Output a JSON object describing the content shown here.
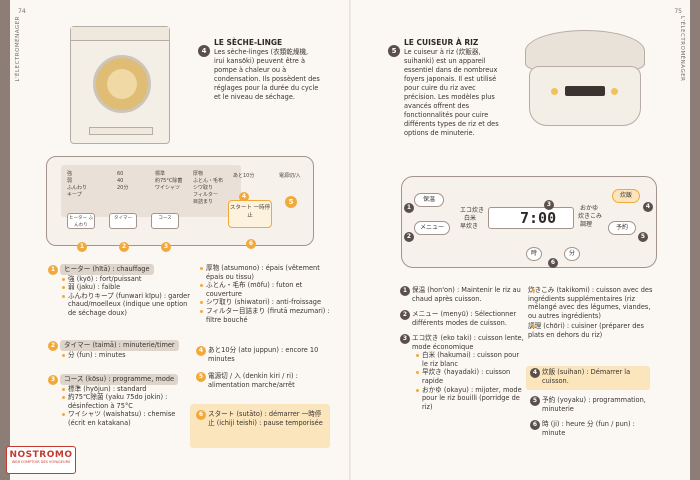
{
  "page": {
    "left_num": "74",
    "right_num": "75",
    "running_left": "L'ÉLECTROMÉNAGER",
    "running_right": "L'ÉLECTROMÉNAGER"
  },
  "sections": {
    "dryer": {
      "num": "4",
      "title": "LE SÈCHE-LINGE",
      "text": "Les sèche-linges (衣類乾燥機, irui kansōki) peuvent être à pompe à chaleur ou à condensation. Ils possèdent des réglages pour la durée du cycle et le niveau de séchage."
    },
    "rice": {
      "num": "5",
      "title": "LE CUISEUR À RIZ",
      "text": "Le cuiseur à riz (炊飯器, suihanki) est un appareil essentiel dans de nombreux foyers japonais. Il est utilisé pour cuire du riz avec précision. Les modèles plus avancés offrent des fonctionnalités pour cuire différents types de riz et des options de minuterie."
    }
  },
  "dryer_panel": {
    "col1": [
      "強",
      "弱",
      "ふんわり",
      "キープ"
    ],
    "col2": [
      "60",
      "40",
      "20分"
    ],
    "col3": [
      "標準",
      "約75°C除菌",
      "ワイシャツ"
    ],
    "col4": [
      "厚物",
      "ふとん・毛布",
      "シワ取り",
      "フィルター",
      "目詰まり"
    ],
    "btn1": "ヒーター ふんわり",
    "btn2": "タイマー",
    "btn3": "コース",
    "small1": "あと10分",
    "small2": "電源切/入",
    "start": "スタート 一時停止",
    "nums": [
      "1",
      "2",
      "3",
      "4",
      "5",
      "6"
    ]
  },
  "cooker_panel": {
    "hoon": "保温",
    "menyu": "メニュー",
    "eko": "エコ炊き",
    "hakumai": "白米",
    "hayadaki": "早炊き",
    "okayu": "おかゆ",
    "takikomi": "炊きこみ",
    "chori": "調理",
    "suihan": "炊飯",
    "yoyaku": "予約",
    "ji": "時",
    "fun": "分",
    "time": "7:00",
    "nums": [
      "1",
      "2",
      "3",
      "4",
      "5",
      "6"
    ]
  },
  "dryer_list": {
    "h1": "ヒーター (hītā) : chauffage",
    "h1_items": [
      "強 (kyō) : fort/puissant",
      "弱 (jaku) : faible",
      "ふんわりキープ (funwari kīpu) : garder chaud/moelleux (indique une option de séchage doux)"
    ],
    "h2": "タイマー (taimā) : minuterie/timer",
    "h2_items": [
      "分 (fun) : minutes"
    ],
    "h3": "コース (kōsu) : programme, mode",
    "h3_items": [
      "標準 (hyōjun) : standard",
      "約75℃除菌 (yaku 75do jokin) : désinfection à 75°C",
      "ワイシャツ (waishatsu) : chemise (écrit en katakana)"
    ],
    "mid_items": [
      "厚物 (atsumono) : épais (vêtement épais ou tissu)",
      "ふとん・毛布 (mōfu) : futon et couverture",
      "シワ取り (shiwatori) : anti-froissage",
      "フィルター目詰まり (firutā mezumari) : filtre bouché"
    ],
    "n4": "あと10分 (ato juppun) : encore 10 minutes",
    "n5": "電源切 / 入 (denkin kiri / ri) : alimentation marche/arrêt",
    "n6": "スタート (sutāto) : démarrer 一時停止 (ichiji teishi) : pause temporisée"
  },
  "rice_list": {
    "n1": "保温 (hon'on) : Maintenir le riz au chaud après cuisson.",
    "n2": "メニュー (menyū) : Sélectionner différents modes de cuisson.",
    "n3": "エコ炊き (eko taki) : cuisson lente, mode économique",
    "n3_items": [
      "白米 (hakumai) : cuisson pour le riz blanc",
      "早炊き (hayadaki) : cuisson rapide",
      "おかゆ (okayu) : mijoter, mode pour le riz bouilli (porridge de riz)"
    ],
    "r_items": [
      "炊きこみ (takikomi) : cuisson avec des ingrédients supplémentaires (riz mélangé avec des légumes, viandes, ou autres ingrédients)",
      "調理 (chōri) : cuisiner (préparer des plats en dehors du riz)"
    ],
    "n4": "炊飯 (suihan) : Démarrer la cuisson.",
    "n5": "予約 (yoyaku) : programmation, minuterie",
    "n6": "時 (ji) : heure 分 (fun / pun) : minute"
  },
  "logo": {
    "name": "NOSTROMO",
    "tag": "WEB COMPTOIR DES VOYAGEURS"
  },
  "colors": {
    "accent": "#f2a93b",
    "highlight": "#fbe5bd",
    "edge": "#8c7d76"
  }
}
